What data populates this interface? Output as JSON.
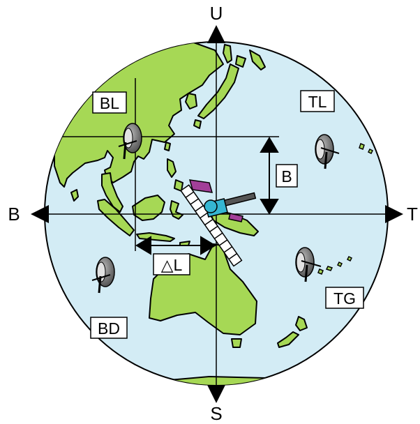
{
  "directions": {
    "up": "U",
    "down": "S",
    "left": "B",
    "right": "T"
  },
  "boxes": {
    "bl": "BL",
    "tl": "TL",
    "bd": "BD",
    "tg": "TG",
    "b": "B",
    "delta_l": "△L"
  },
  "colors": {
    "ocean": "#d3ecf5",
    "land": "#a6d855",
    "outline": "#000000",
    "antenna": "#6f6f6f",
    "satellite_panel": "#a23f98",
    "satellite_body": "#35b6d2"
  },
  "icons": [
    "satellite-icon",
    "antenna-dish-icon"
  ]
}
